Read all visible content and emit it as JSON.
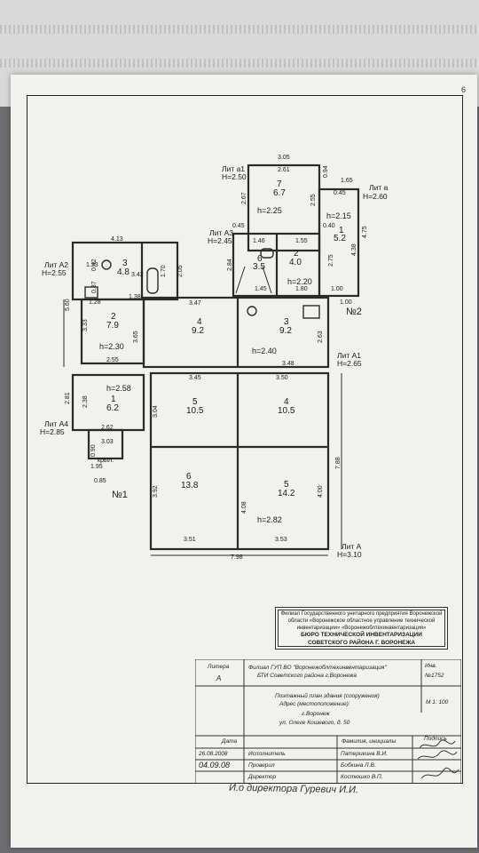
{
  "page_number": "6",
  "labels": {
    "lit_a1": "Лит а1",
    "lit_a1_h": "H=2.50",
    "lit_a_small": "Лит а",
    "lit_a_small_h": "H=2.60",
    "lit_a3": "Лит А3",
    "lit_a3_h": "H=2.45",
    "lit_a2": "Лит А2",
    "lit_a2_h": "H=2.55",
    "lit_a1b": "Лит А1",
    "lit_a1b_h": "H=2.65",
    "lit_a4": "Лит А4",
    "lit_a4_h": "H=2.85",
    "lit_a": "Лит А",
    "lit_a_h": "H=3.10",
    "no1": "№1",
    "no2": "№2",
    "porch": "крыл."
  },
  "rooms": [
    {
      "num": "7",
      "area": "6.7"
    },
    {
      "num": "1",
      "area": "5.2"
    },
    {
      "num": "6",
      "area": "3.5"
    },
    {
      "num": "2",
      "area": "4.0"
    },
    {
      "num": "3",
      "area": "4.8"
    },
    {
      "num": "2",
      "area": "7.9"
    },
    {
      "num": "4",
      "area": "9.2"
    },
    {
      "num": "3",
      "area": "9.2"
    },
    {
      "num": "1",
      "area": "6.2"
    },
    {
      "num": "5",
      "area": "10.5"
    },
    {
      "num": "4",
      "area": "10.5"
    },
    {
      "num": "6",
      "area": "13.8"
    },
    {
      "num": "5",
      "area": "14.2"
    }
  ],
  "heights": {
    "h225": "h=2.25",
    "h215": "h=2.15",
    "h220": "h=2.20",
    "h230": "h=2.30",
    "h240": "h=2.40",
    "h258": "h=2.58",
    "h282": "h=2.82"
  },
  "dims": {
    "d305": "3.05",
    "d261": "2.61",
    "d094": "0.94",
    "d165": "1.65",
    "d045": "0.45",
    "d267": "2.67",
    "d255": "2.55",
    "d040": "0.40",
    "d475": "4.75",
    "d438": "4.38",
    "d045b": "0.45",
    "d146": "1.46",
    "d155": "1.55",
    "d275": "2.75",
    "d284": "2.84",
    "d413": "4.13",
    "d123": "1.23",
    "d042": "0.42",
    "d342": "3.42",
    "d170": "1.70",
    "d205": "2.05",
    "d037": "0.37",
    "d128": "1.28",
    "d138": "1.38",
    "d145": "1.45",
    "d180": "1.80",
    "d100": "1.00",
    "d100b": "1.00",
    "d347": "3.47",
    "d560": "5.60",
    "d333": "3.33",
    "d365": "3.65",
    "d263": "2.63",
    "d255b": "2.55",
    "d348": "3.48",
    "d345": "3.45",
    "d350": "3.50",
    "d281": "2.81",
    "d238": "2.38",
    "d304": "3.04",
    "d262": "2.62",
    "d303": "3.03",
    "d090": "0.90",
    "d195": "1.95",
    "d085": "0.85",
    "d392": "3.92",
    "d408": "4.08",
    "d400": "4.00",
    "d788": "7.88",
    "d351": "3.51",
    "d353": "3.53",
    "d798": "7.98"
  },
  "stamp": {
    "line1": "Филиал Государственного унитарного предприятия Воронежской",
    "line2": "области «Воронежское областное управление технической",
    "line3": "инвентаризации» «Воронежоблтехинвентаризация»",
    "line4": "БЮРО ТЕХНИЧЕСКОЙ ИНВЕНТАРИЗАЦИИ",
    "line5": "СОВЕТСКОГО РАЙОНА Г. ВОРОНЕЖА"
  },
  "title_block": {
    "litera_label": "Литера",
    "litera": "А",
    "org_line1": "Филиал ГУП ВО \"Воронежоблтехинвентаризация\"",
    "org_line2": "БТИ Советского района г.Воронежа",
    "inv_label": "Инв.",
    "inv": "№1752",
    "plan_line1": "Поэтажный план здания (сооружения)",
    "plan_line2": "Адрес (местоположение):",
    "city": "г.Воронеж",
    "street": "ул. Олеге Кошевого, д. 50",
    "scale": "М 1: 100",
    "date_label": "Дата",
    "name_label": "Фамилия, инициалы",
    "sign_label": "Подпись",
    "date1": "26.08.2008",
    "role1": "Исполнитель",
    "name1": "Патерикина В.И.",
    "date2": "04.09.08",
    "role2": "Проверил",
    "name2": "Бобкина Л.В.",
    "role3": "Директор",
    "name3": "Костюшко В.П.",
    "handwritten": "И.о директора  Гуревич И.И."
  }
}
